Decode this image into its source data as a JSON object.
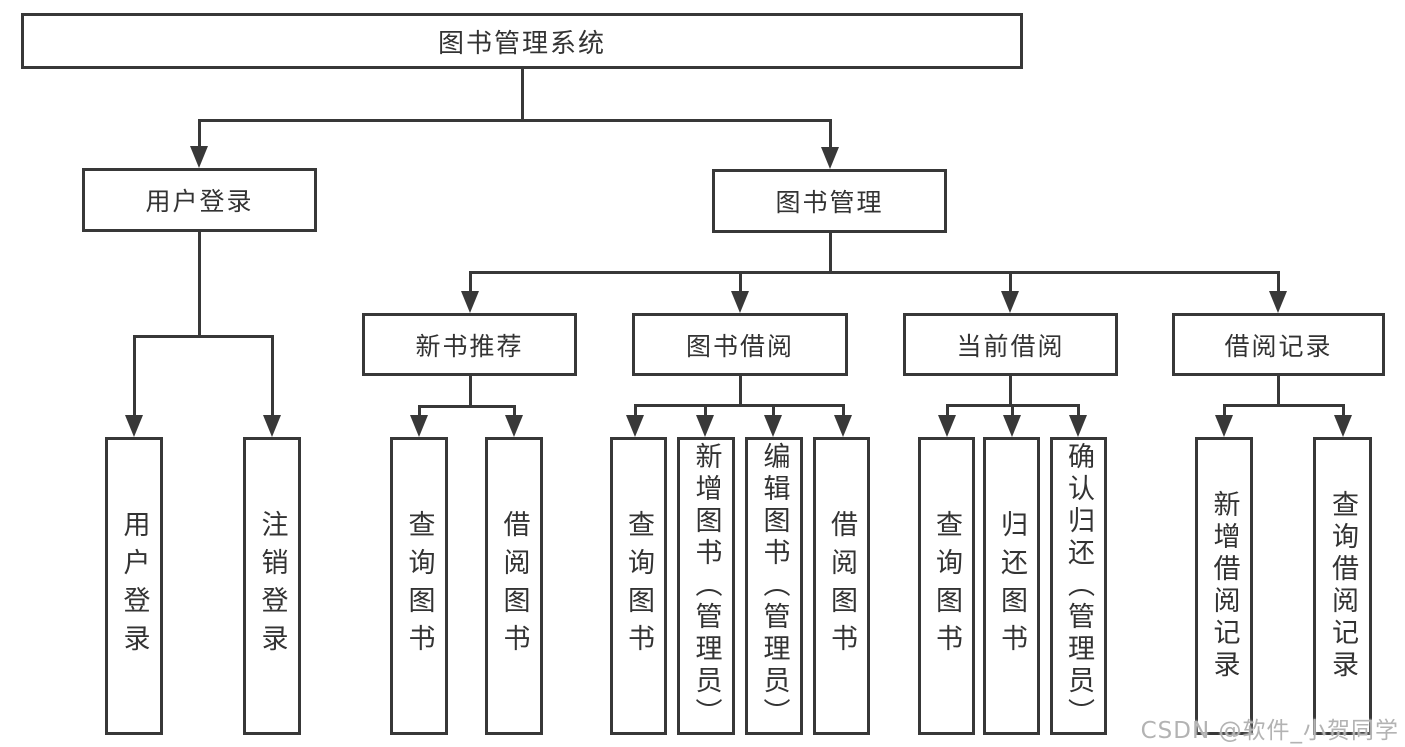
{
  "diagram": {
    "root": "图书管理系统",
    "level2": {
      "user_login": "用户登录",
      "book_mgmt": "图书管理"
    },
    "level3": {
      "new_book_rec": "新书推荐",
      "book_borrow": "图书借阅",
      "current_borrow": "当前借阅",
      "borrow_records": "借阅记录"
    },
    "leaves": {
      "login_user": "用户登录",
      "logout": "注销登录",
      "nb_query": "查询图书",
      "nb_borrow": "借阅图书",
      "bb_query": "查询图书",
      "bb_add": "新增图书（管理员）",
      "bb_edit": "编辑图书（管理员）",
      "bb_borrow": "借阅图书",
      "cb_query": "查询图书",
      "cb_return": "归还图书",
      "cb_confirm": "确认归还（管理员）",
      "br_add": "新增借阅记录",
      "br_query": "查询借阅记录"
    },
    "accent_color": "#383838"
  },
  "watermark": "CSDN @软件_小贺同学"
}
